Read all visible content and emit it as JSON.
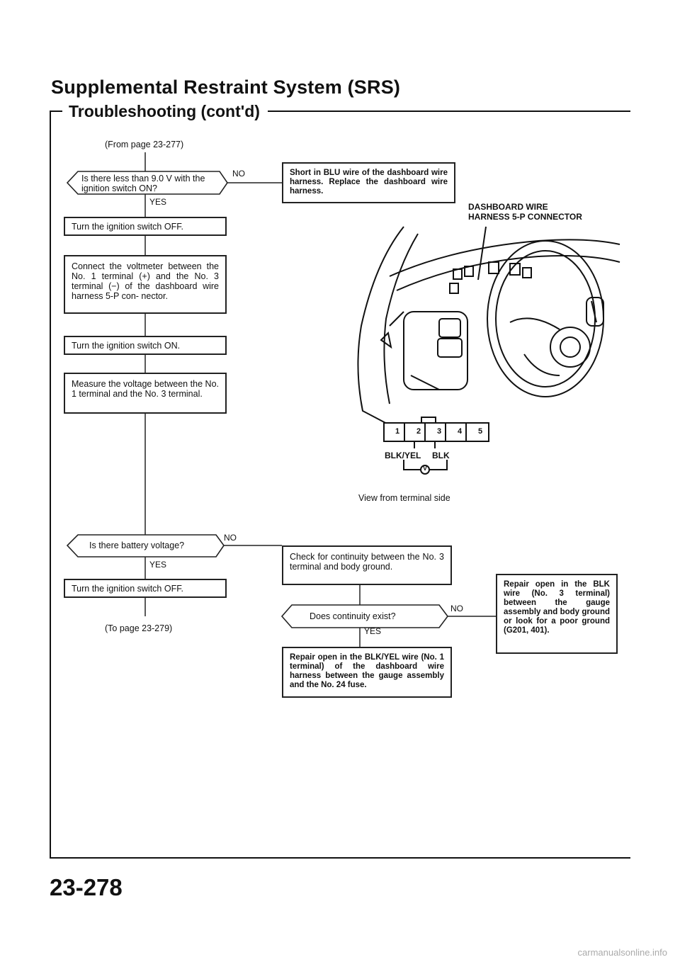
{
  "header": {
    "title": "Supplemental Restraint System (SRS)",
    "subtitle": "Troubleshooting (cont'd)"
  },
  "flow": {
    "from_page": "(From page 23-277)",
    "to_page": "(To page 23-279)",
    "q1": "Is there less than 9.0 V with the ignition switch ON?",
    "q1_no_result": "Short in BLU wire of the dashboard wire harness. Replace the dashboard wire harness.",
    "step1": "Turn the ignition switch OFF.",
    "step2": "Connect the voltmeter between the No. 1 terminal (+) and the No. 3 terminal (−) of the dashboard wire harness 5-P con- nector.",
    "step3": "Turn the ignition switch ON.",
    "step4": "Measure the voltage between the No. 1 terminal and the No. 3 terminal.",
    "q2": "Is there battery voltage?",
    "step5": "Turn the ignition switch OFF.",
    "q2_no_step": "Check for continuity between the No. 3 terminal and body ground.",
    "q3": "Does continuity exist?",
    "q3_yes_result": "Repair open in the BLK/YEL wire (No. 1 terminal) of the dashboard wire harness between the gauge assembly and the No. 24 fuse.",
    "q3_no_result": "Repair open in the BLK wire (No. 3 terminal) between the gauge assembly and body ground or look for a poor ground (G201, 401).",
    "yes": "YES",
    "no": "NO"
  },
  "illustration": {
    "callout_line1": "DASHBOARD WIRE",
    "callout_line2": "HARNESS 5-P CONNECTOR",
    "terminals": [
      "1",
      "2",
      "3",
      "4",
      "5"
    ],
    "wire1": "BLK/YEL",
    "wire2": "BLK",
    "meter": "V",
    "view_note": "View from terminal side"
  },
  "footer": {
    "page_number": "23-278",
    "watermark": "carmanualsonline.info"
  }
}
